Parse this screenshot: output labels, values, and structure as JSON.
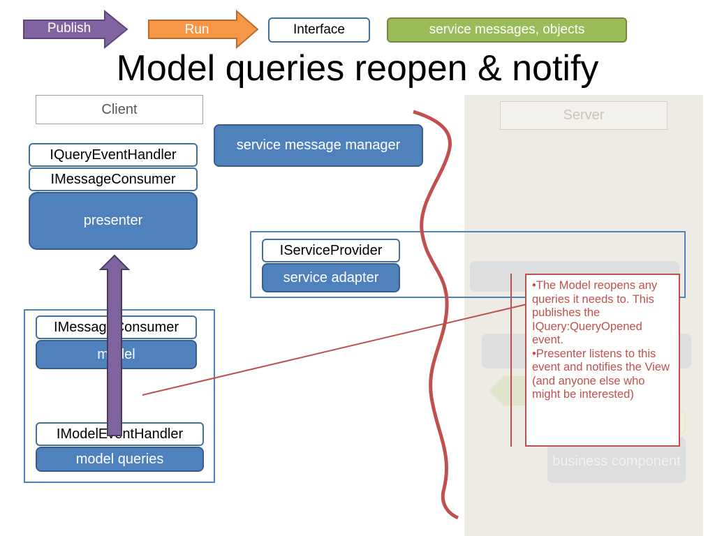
{
  "legend": {
    "publish": {
      "label": "Publish",
      "color": "#8064a2"
    },
    "run": {
      "label": "Run",
      "color": "#f79646"
    },
    "interface": {
      "label": "Interface"
    },
    "service_messages": {
      "label": "service messages, objects",
      "color": "#9bbb59"
    }
  },
  "title": "Model queries reopen & notify",
  "client": {
    "label": "Client",
    "iqueryeventhandler": "IQueryEventHandler",
    "imessageconsumer": "IMessageConsumer",
    "presenter": "presenter",
    "model_group": {
      "imessageconsumer": "IMessageConsumer",
      "model": "model",
      "imodeleventhandler": "IModelEventHandler",
      "model_queries": "model queries"
    }
  },
  "service_message_manager": "service message manager",
  "service_group": {
    "iserviceprovider": "IServiceProvider",
    "service_adapter": "service adapter"
  },
  "server": {
    "label": "Server",
    "business_component": "business component"
  },
  "callout": {
    "bullet1": "•The Model reopens any queries it needs to. This publishes the IQuery:QueryOpened event.",
    "bullet2": "•Presenter listens to this event and notifies the View (and anyone else who might be interested)"
  },
  "colors": {
    "blue_fill": "#4f81bd",
    "blue_border": "#41719c",
    "red": "#c0504d",
    "purple": "#8064a2",
    "server_bg": "#eeebe4"
  }
}
